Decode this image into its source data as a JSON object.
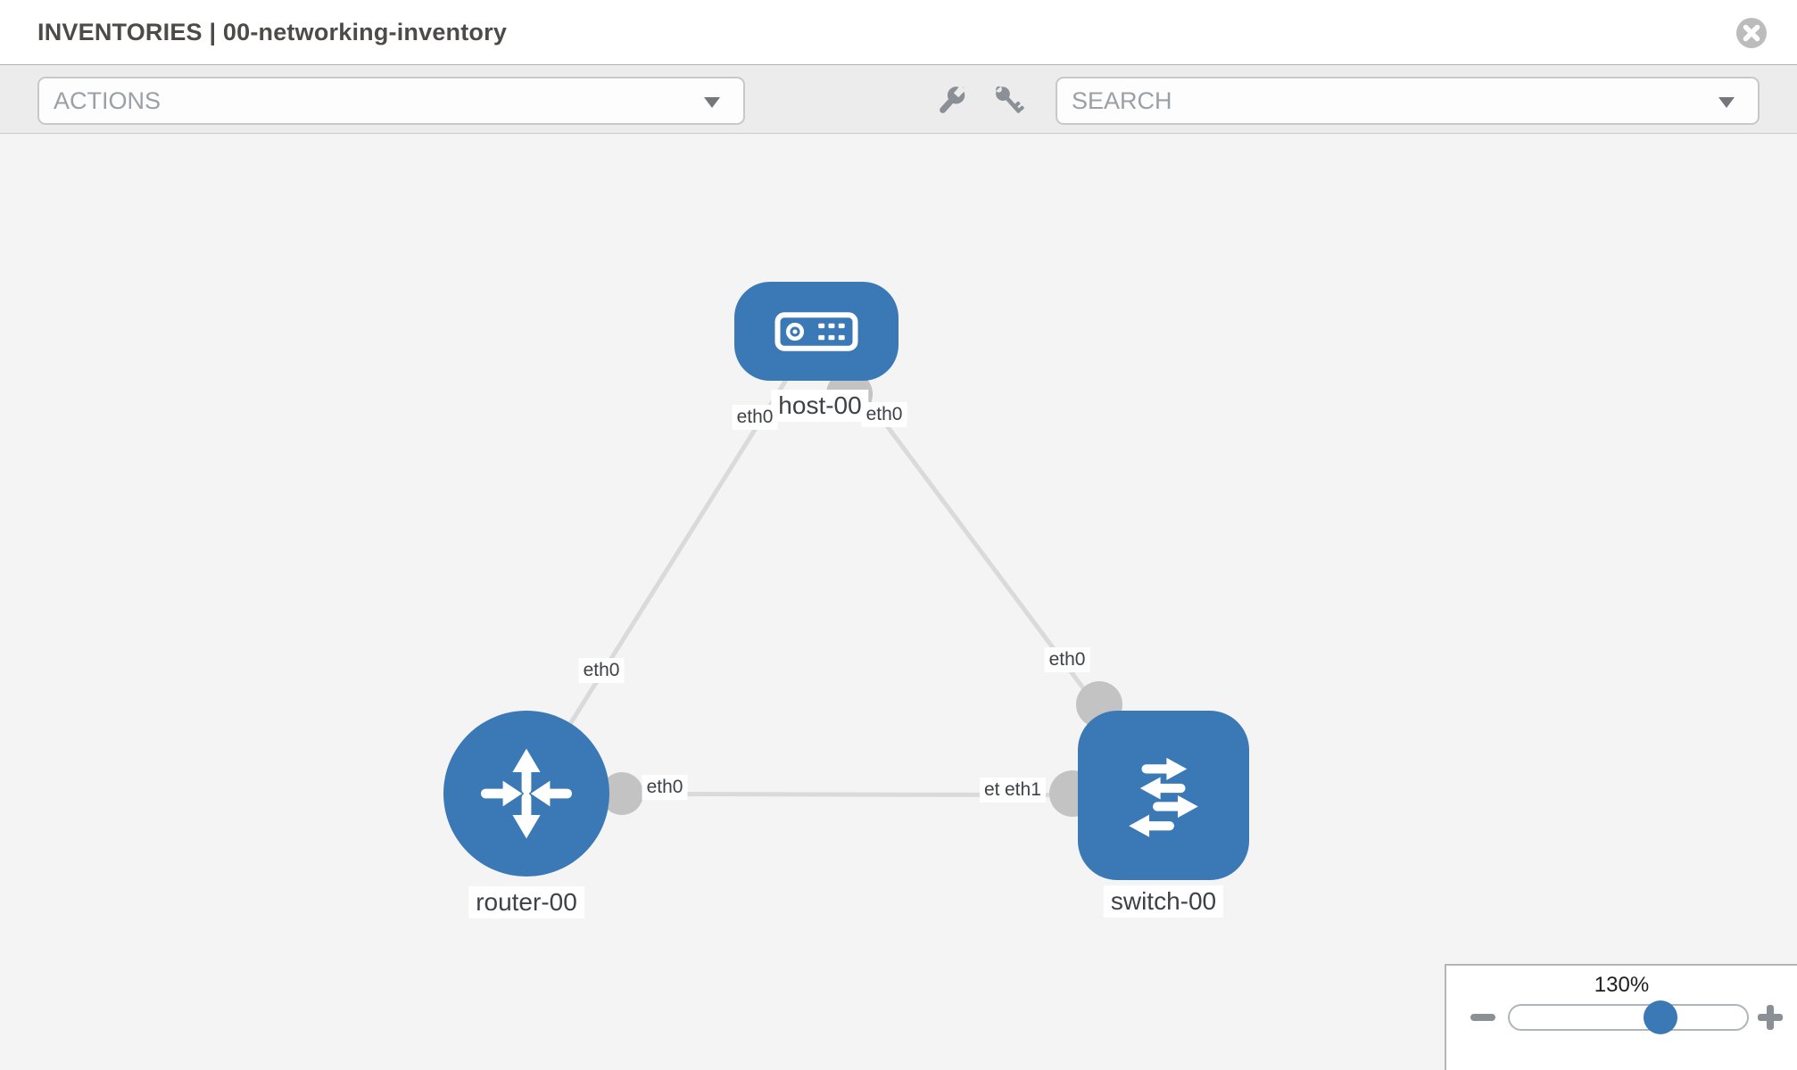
{
  "header": {
    "title": "INVENTORIES | 00-networking-inventory",
    "close_icon": "circle-x-icon"
  },
  "toolbar": {
    "actions_placeholder": "ACTIONS",
    "search_placeholder": "SEARCH",
    "icons": [
      "wrench-icon",
      "key-icon",
      "chevron-down-icon"
    ]
  },
  "topology": {
    "nodes": [
      {
        "label": "host-00",
        "type": "host",
        "icon": "server-icon"
      },
      {
        "label": "router-00",
        "type": "router",
        "icon": "router-arrows-icon"
      },
      {
        "label": "switch-00",
        "type": "switch",
        "icon": "switch-arrows-icon"
      }
    ],
    "links": [
      {
        "from": "host-00",
        "from_interface": "eth0",
        "to": "router-00",
        "to_interface": "eth0"
      },
      {
        "from": "host-00",
        "from_interface": "eth0",
        "to": "switch-00",
        "to_interface": "eth0"
      },
      {
        "from": "router-00",
        "from_interface": "eth0",
        "to": "switch-00",
        "to_interface": "eth1",
        "to_interface_overlapped": "eth0"
      }
    ]
  },
  "zoom_control": {
    "level": "130%",
    "icons": [
      "minus-icon",
      "plus-icon",
      "slider-thumb"
    ]
  },
  "colors": {
    "node_blue": "#3a79b5",
    "link_gray": "#dadada",
    "port_gray": "#c3c3c3",
    "toolbar_bg": "#ececec",
    "canvas_bg": "#f4f4f4",
    "slider_thumb": "#3a79b5"
  }
}
